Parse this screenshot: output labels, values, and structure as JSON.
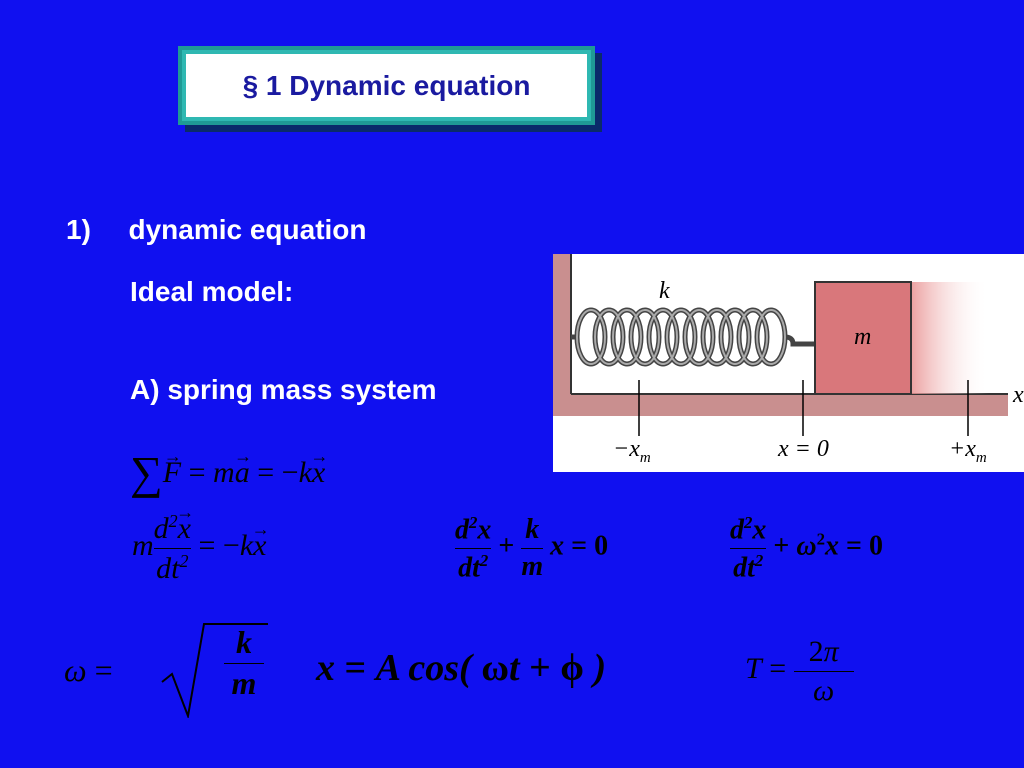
{
  "title": "§ 1 Dynamic equation",
  "section": {
    "number": "1)",
    "label": "dynamic equation"
  },
  "ideal_model": "Ideal model:",
  "subsection": "A) spring  mass system",
  "diagram": {
    "spring_label": "k",
    "mass_label": "m",
    "axis_label": "x",
    "tick_left": "−x",
    "tick_left_sub": "m",
    "tick_center": "x = 0",
    "tick_right": "+x",
    "tick_right_sub": "m",
    "colors": {
      "wall": "#c98f8f",
      "mass": "#d9777b",
      "background": "#ffffff"
    }
  },
  "equations": {
    "sum_force": "∑F = ma = −kx",
    "newton_second": "m d²x/dt² = −kx",
    "form_k_over_m": "d²x/dt² + k/m x = 0",
    "form_omega": "d²x/dt² + ω²x = 0",
    "omega": "ω = √(k/m)",
    "solution": "x = A cos( ωt + ϕ )",
    "period": "T = 2π/ω"
  },
  "colors": {
    "slide_background": "#1010f0",
    "title_frame": "#1f9a95",
    "title_text": "#1a1aa0"
  }
}
